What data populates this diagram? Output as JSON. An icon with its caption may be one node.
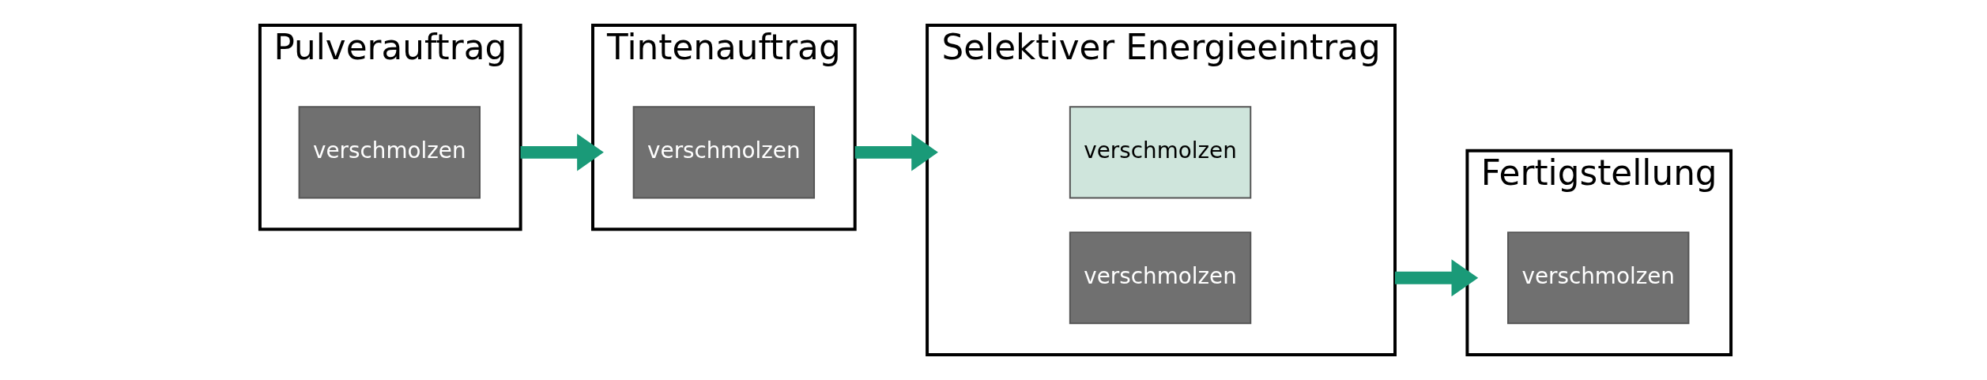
{
  "diagram": {
    "nodes": [
      {
        "text": [
          "Pulverauftrag"
        ]
      },
      {
        "text": [
          "verschmolzen"
        ],
        "in": 0
      },
      {
        "text": [
          "Tintenauftrag"
        ]
      },
      {
        "text": [
          "verschmolzen"
        ],
        "in": 2
      },
      {
        "text": [
          "Selektiver Energieeintrag"
        ]
      },
      {
        "text": [
          "verschmolzen"
        ],
        "in": 4
      },
      {
        "text": [
          "verschmolzen"
        ],
        "in": 4
      },
      {
        "text": [
          "Fertigstellung"
        ]
      },
      {
        "text": [
          "verschmolzen"
        ],
        "in": 7
      }
    ],
    "edges": [
      {
        "from": 0,
        "to": 2,
        "arrow": "to"
      },
      {
        "from": 2,
        "to": 4,
        "arrow": "to"
      },
      {
        "from": 4,
        "to": 7,
        "arrow": "to"
      }
    ]
  }
}
